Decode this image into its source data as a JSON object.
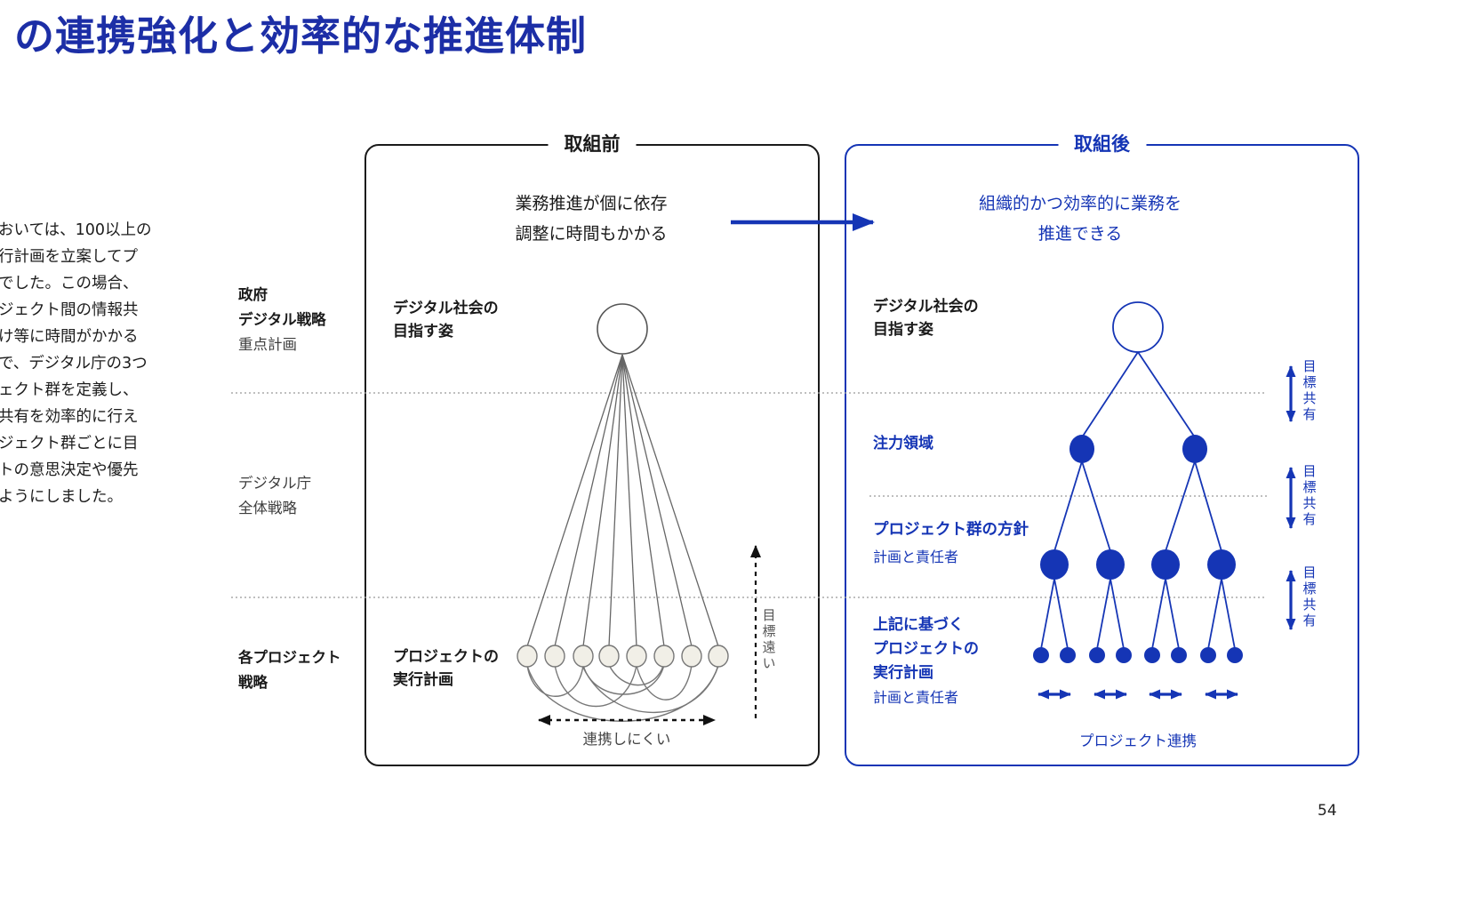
{
  "page": {
    "title": "の連携強化と効率的な推進体制",
    "page_number": "54"
  },
  "colors": {
    "accent_blue": "#1535b5",
    "title_blue": "#1c2ea6",
    "tree_gray": "#6b6b6b",
    "leaf_fill": "#f1efe7",
    "dotted_line": "#999999"
  },
  "left_paragraph": {
    "lines": [
      "おいては、100以上の",
      "行計画を立案してプ",
      "でした。この場合、",
      "ジェクト間の情報共",
      "け等に時間がかかる",
      "で、デジタル庁の3つ",
      "ェクト群を定義し、",
      "共有を効率的に行え",
      "ジェクト群ごとに目",
      "トの意思決定や優先",
      "ようにしました。"
    ]
  },
  "row_labels": {
    "gov": {
      "line1": "政府",
      "line2": "デジタル戦略",
      "sub": "重点計画"
    },
    "agency": {
      "line1": "デジタル庁",
      "line2": "全体戦略"
    },
    "project": {
      "line1": "各プロジェクト",
      "line2": "戦略"
    }
  },
  "before": {
    "header": "取組前",
    "summary_lines": [
      "業務推進が個に依存",
      "調整に時間もかかる"
    ],
    "top_label_lines": [
      "デジタル社会の",
      "目指す姿"
    ],
    "bottom_label_lines": [
      "プロジェクトの",
      "実行計画"
    ],
    "bottom_caption": "連携しにくい",
    "goal_far_label": "目標遠い"
  },
  "after": {
    "header": "取組後",
    "summary_lines": [
      "組織的かつ効率的に業務を",
      "推進できる"
    ],
    "level1_lines": [
      "デジタル社会の",
      "目指す姿"
    ],
    "level2_label": "注力領域",
    "level3_title": "プロジェクト群の方針",
    "level3_sub": "計画と責任者",
    "level4_lines": [
      "上記に基づく",
      "プロジェクトの",
      "実行計画"
    ],
    "level4_sub": "計画と責任者",
    "bottom_caption": "プロジェクト連携",
    "goal_share_label": "目標共有"
  }
}
